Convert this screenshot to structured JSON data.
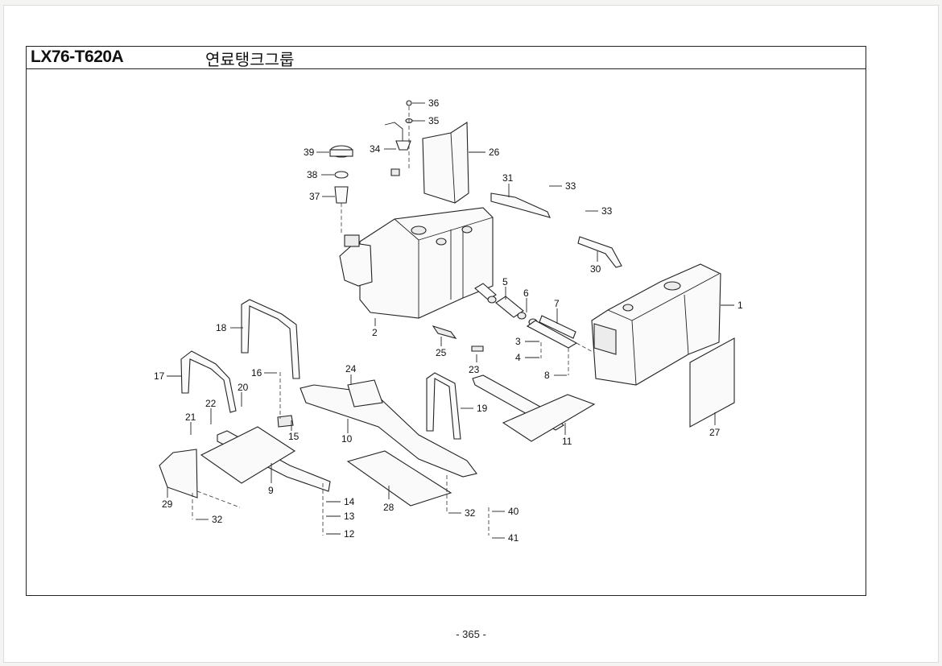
{
  "header": {
    "model_code": "LX76-T620A",
    "group_title": "연료탱크그룹"
  },
  "footer": {
    "page_number": "- 365 -"
  },
  "callouts": [
    "1",
    "2",
    "3",
    "4",
    "5",
    "6",
    "7",
    "8",
    "9",
    "10",
    "11",
    "12",
    "13",
    "14",
    "15",
    "16",
    "17",
    "18",
    "19",
    "20",
    "21",
    "22",
    "23",
    "24",
    "25",
    "26",
    "27",
    "28",
    "29",
    "30",
    "31",
    "32",
    "32",
    "33",
    "33",
    "34",
    "35",
    "36",
    "37",
    "38",
    "39",
    "40",
    "41"
  ]
}
